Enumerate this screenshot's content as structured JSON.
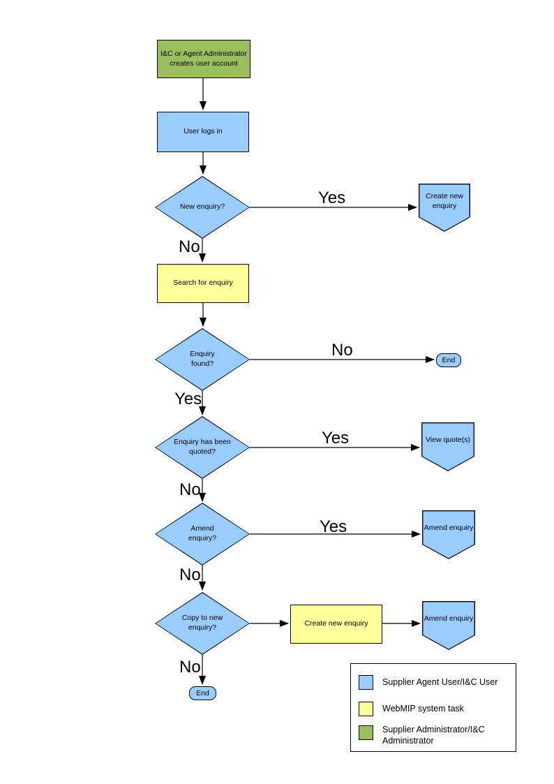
{
  "colors": {
    "user_action": "#99CCFF",
    "system_task": "#FFFF99",
    "admin_action": "#9ABD5D"
  },
  "nodes": {
    "admin_creates_account": "I&C or Agent Administrator creates user account",
    "user_logs_in": "User logs in",
    "new_enquiry_q": "New enquiry?",
    "create_new_enquiry_action": "Create new enquiry",
    "search_for_enquiry": "Search for enquiry",
    "enquiry_found_q": "Enquiry found?",
    "end_top": "End",
    "enquiry_quoted_q": "Enquiry has been quoted?",
    "view_quotes": "View quote(s)",
    "amend_enquiry_q": "Amend enquiry?",
    "amend_enquiry_action1": "Amend enquiry",
    "copy_to_new_enquiry_q": "Copy to new enquiry?",
    "create_new_enquiry_task": "Create new enquiry",
    "amend_enquiry_action2": "Amend enquiry",
    "end_bottom": "End"
  },
  "edge_labels": {
    "new_enquiry_yes": "Yes",
    "new_enquiry_no": "No",
    "enquiry_found_no": "No",
    "enquiry_found_yes": "Yes",
    "quoted_yes": "Yes",
    "quoted_no": "No",
    "amend_yes": "Yes",
    "amend_no": "No",
    "copy_no": "No"
  },
  "legend": {
    "items": [
      {
        "color": "#99CCFF",
        "label": "Supplier Agent User/I&C User"
      },
      {
        "color": "#FFFF99",
        "label": "WebMIP system task"
      },
      {
        "color": "#9ABD5D",
        "label": "Supplier Administrator/I&C Administrator"
      }
    ]
  }
}
